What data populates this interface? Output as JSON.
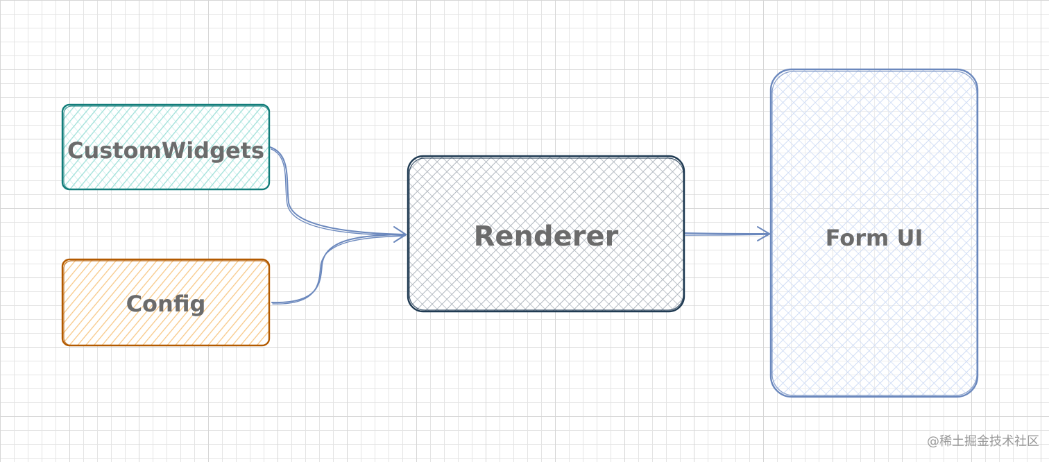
{
  "nodes": {
    "custom_widgets": {
      "label": "CustomWidgets",
      "stroke": "#137d7a",
      "fill": "#9fe0d9"
    },
    "config": {
      "label": "Config",
      "stroke": "#b35a00",
      "fill": "#f8c887"
    },
    "renderer": {
      "label": "Renderer",
      "stroke": "#1f3a52",
      "fill": "#aeb5bd"
    },
    "form_ui": {
      "label": "Form UI",
      "stroke": "#6b88bd",
      "fill": "#cfdcf5"
    }
  },
  "edges": [
    {
      "from": "CustomWidgets",
      "to": "Renderer"
    },
    {
      "from": "Config",
      "to": "Renderer"
    },
    {
      "from": "Renderer",
      "to": "Form UI"
    }
  ],
  "edge_color": "#6b88bd",
  "watermark": "@稀土掘金技术社区"
}
